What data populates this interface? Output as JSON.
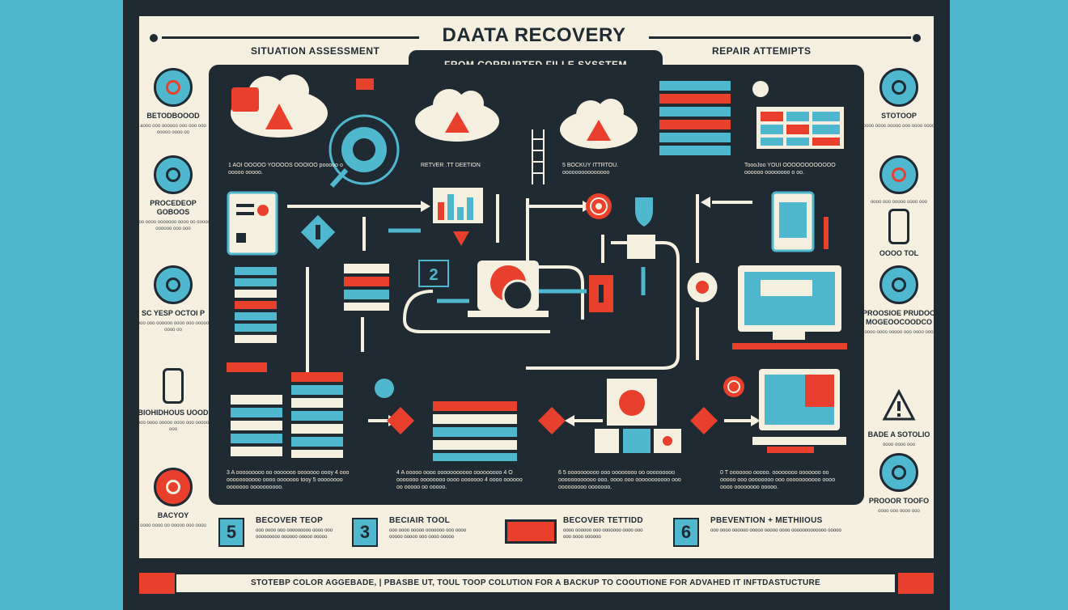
{
  "header": {
    "title": "DAATA RECOVERY",
    "left": "SITUATION ASSESSMENT",
    "right": "REPAIR ATTEMIPTS",
    "subtitle": "FROM CORRUPTED FILLE SYSSTEM"
  },
  "left_sidebar": [
    {
      "label": "BETODBOOOD",
      "text": "aooo ooo oooooo ooo ooo ooo ooooo oooo oo",
      "icon": "target-icon"
    },
    {
      "label": "PROCEDEOP GOBOOS",
      "text": "ooo oooo ooooooo oooo oo ooooo oooooo ooo ooo",
      "icon": "gear-icon"
    },
    {
      "label": "SC YESP OCTOI P",
      "text": "ooo ooo oooooo oooo ooo ooooo oooo oo",
      "icon": "link-icon"
    },
    {
      "label": "BIOHIDHOUS UOOD",
      "text": "ooo oooo ooooo oooo ooo ooooo ooo",
      "icon": "device-icon"
    },
    {
      "label": "BACYOY",
      "text": "oooo oooo oo ooooo ooo oooo",
      "icon": "alert-icon"
    }
  ],
  "right_sidebar": [
    {
      "label": "STOTOOP",
      "text": "oooo oooo ooooo ooo oooo oooo",
      "icon": "network-icon"
    },
    {
      "label": "",
      "text": "oooo ooo ooooo oooo ooo",
      "icon": "pin-icon"
    },
    {
      "label": "OOOO TOL",
      "text": "",
      "icon": "phone-icon"
    },
    {
      "label": "PROOSIOE PRUDOO MOGEOOCOODCO",
      "text": "oooo oooo ooooo ooo oooo ooo",
      "icon": "shield-icon"
    },
    {
      "label": "BADE A SOTOLIO",
      "text": "oooo oooo ooo",
      "icon": "warning-icon"
    },
    {
      "label": "PROOOR TOOFO",
      "text": "oooo ooo oooo ooo",
      "icon": "settings-icon"
    }
  ],
  "captions": {
    "c1": "1  AOI OOOOO YOOOOS OOOIOO pooooo o ooooo ooooo.",
    "c2": "RETVER .TT DEETION",
    "c3": "5  BOCKUY ITTRTOU. ooooooooooooooo",
    "c4": "ToooJoo YOUI OOOOOOOOOOOO oooooo oooooooo o oo.",
    "c5": "3  A  ooooooooo oo ooooooo ooooooo oooy 4  ooo ooooooooooo oooo ooooooo tooy 5  oooooooo ooooooo oooooooooo.",
    "c6": "4  A  ooooo oooo ooooooooooo ooooooooo 4  O ooooooo oooooooo oooo ooooooo 4  oooo oooooo oo ooooo oo ooooo.",
    "c7": "6  5  oooooooooo ooo oooooooo oo ooooooooo oooooooooooo ooo. oooo ooo ooooooooooo ooo ooooooooo ooooooo.",
    "c8": "0  T  ooooooo ooooo. oooooooo ooooooo oo ooooo ooo oooooooo ooo ooooooooooo oooo oooo oooooooo ooooo."
  },
  "steps": [
    {
      "num": "5",
      "title": "BECOVER TEOP",
      "text": "ooo oooo ooo ooooooooo oooo ooo ooooooooo oooooo ooooo ooooo"
    },
    {
      "num": "3",
      "title": "BECIAIR TOOL",
      "text": "ooo oooo ooooo ooooooo ooo oooo ooooo ooooo ooo oooo ooooo"
    },
    {
      "num": "",
      "title": "BECOVER TETTIDD",
      "text": "oooo oooooo ooo ooooooo oooo ooo ooo oooo oooooo"
    },
    {
      "num": "6",
      "title": "PBEVENTION + METHIIOUS",
      "text": "ooo oooo oooooo ooooo ooooo oooo ooooooooooooo ooooo"
    }
  ],
  "banner": "STOTEBP COLOR AGGEBADE,  |  PBASBE UT, TOUL TOOP COLUTION FOR A  BACKUP TO COOUTIONE  FOR ADVAHED IT INFTDASTUCTURE",
  "colors": {
    "teal": "#4fb8cf",
    "red": "#e8402c",
    "navy": "#1f2a33",
    "cream": "#f5efdf"
  }
}
